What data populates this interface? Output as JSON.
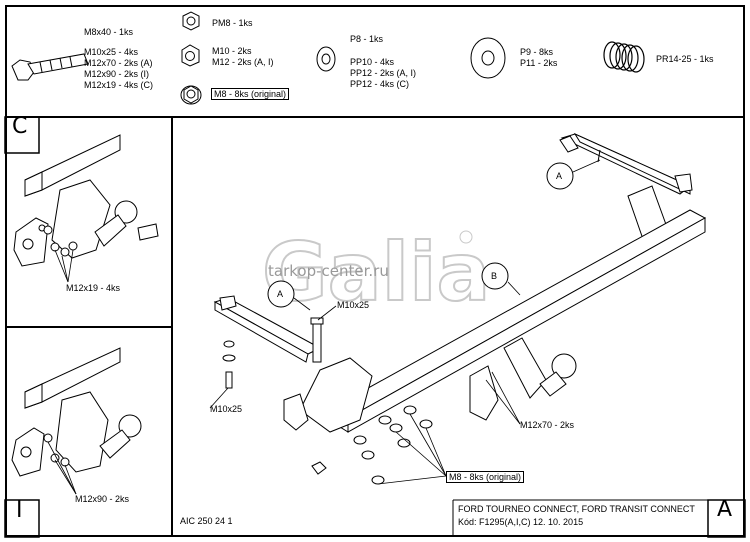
{
  "legend": {
    "bolt": {
      "lines": [
        "M8x40 - 1ks",
        "M10x25 - 4ks",
        "M12x70 - 2ks (A)",
        "M12x90 - 2ks (I)",
        "M12x19 - 4ks (C)"
      ]
    },
    "nut_pm8": "PM8 - 1ks",
    "nut_m10": [
      "M10 - 2ks",
      "M12 - 2ks (A, I)"
    ],
    "nut_m8": "M8 - 8ks (original)",
    "washer_p8": "P8 - 1ks",
    "washer_pp": [
      "PP10 - 4ks",
      "PP12 - 2ks (A, I)",
      "PP12 - 4ks (C)"
    ],
    "washer_p9": [
      "P9 - 8ks",
      "P11 - 2ks"
    ],
    "spring": "PR14-25 - 1ks"
  },
  "panels": {
    "c_letter": "C",
    "c_label": "M12x19 - 4ks",
    "i_letter": "I",
    "i_label": "M12x90 - 2ks"
  },
  "main": {
    "label_a_top": "A",
    "label_a_left": "A",
    "label_b": "B",
    "m10x25_top": "M10x25",
    "m10x25_left": "M10x25",
    "m12x70": "M12x70 - 2ks",
    "m8": "M8 - 8ks (original)",
    "watermark_logo": "Galia",
    "watermark_url": "tarkop-center.ru"
  },
  "footer": {
    "code": "AIC 250 24 1",
    "model": "FORD TOURNEO CONNECT, FORD TRANSIT CONNECT",
    "kod": "Kód: F1295(A,I,C)   12. 10. 2015",
    "letter": "A"
  }
}
